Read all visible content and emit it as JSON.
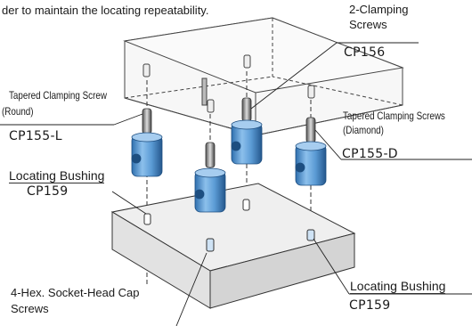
{
  "intro_text": "der to maintain the locating repeatability.",
  "side_text": "|",
  "labels": {
    "clamping_screws_2_line1": "2-Clamping",
    "clamping_screws_2_line2": "Screws",
    "cp156": "CP156",
    "tapered_round_line1": "Tapered Clamping Screw",
    "tapered_round_line2": "(Round)",
    "cp155_l": "CP155-L",
    "tapered_diamond_line1": "Tapered Clamping Screws",
    "tapered_diamond_line2": "(Diamond)",
    "cp155_d": "CP155-D",
    "locating_bushing_left": "Locating Bushing",
    "cp159_left": "CP159",
    "hex_screws_line1": "4-Hex. Socket-Head Cap",
    "hex_screws_line2": "Screws",
    "locating_bushing_right": "Locating Bushing",
    "cp159_right": "CP159"
  },
  "colors": {
    "bushing_blue": "#5b9bd5",
    "bushing_dark": "#2e6aa8",
    "plate_top": "#f2f2f2",
    "plate_side": "#d9d9d9",
    "line": "#333333"
  }
}
